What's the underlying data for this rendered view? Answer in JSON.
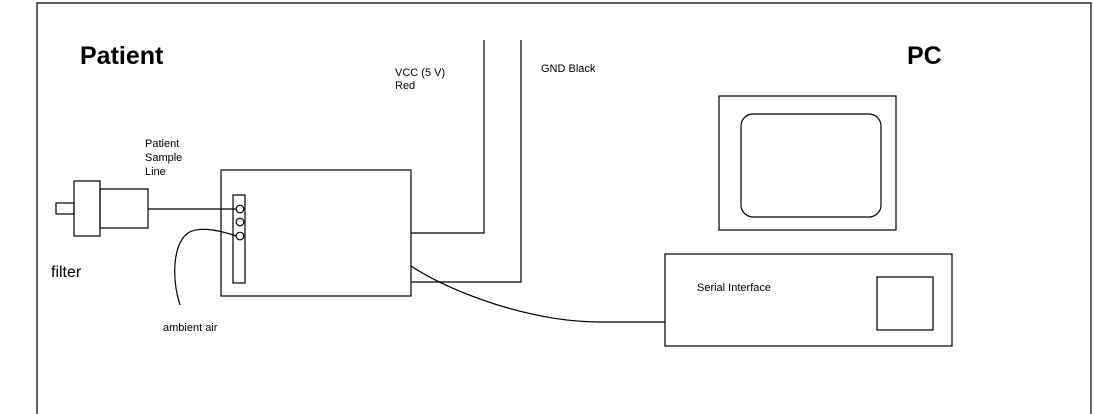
{
  "labels": {
    "patient": "Patient",
    "pc": "PC",
    "vcc_line1": "VCC (5 V)",
    "vcc_line2": "Red",
    "gnd": "GND Black",
    "sample_line1": "Patient",
    "sample_line2": "Sample",
    "sample_line3": "Line",
    "filter": "filter",
    "ambient_air": "ambient air",
    "serial_interface": "Serial Interface"
  },
  "colors": {
    "line": "#000000",
    "background": "#ffffff"
  }
}
